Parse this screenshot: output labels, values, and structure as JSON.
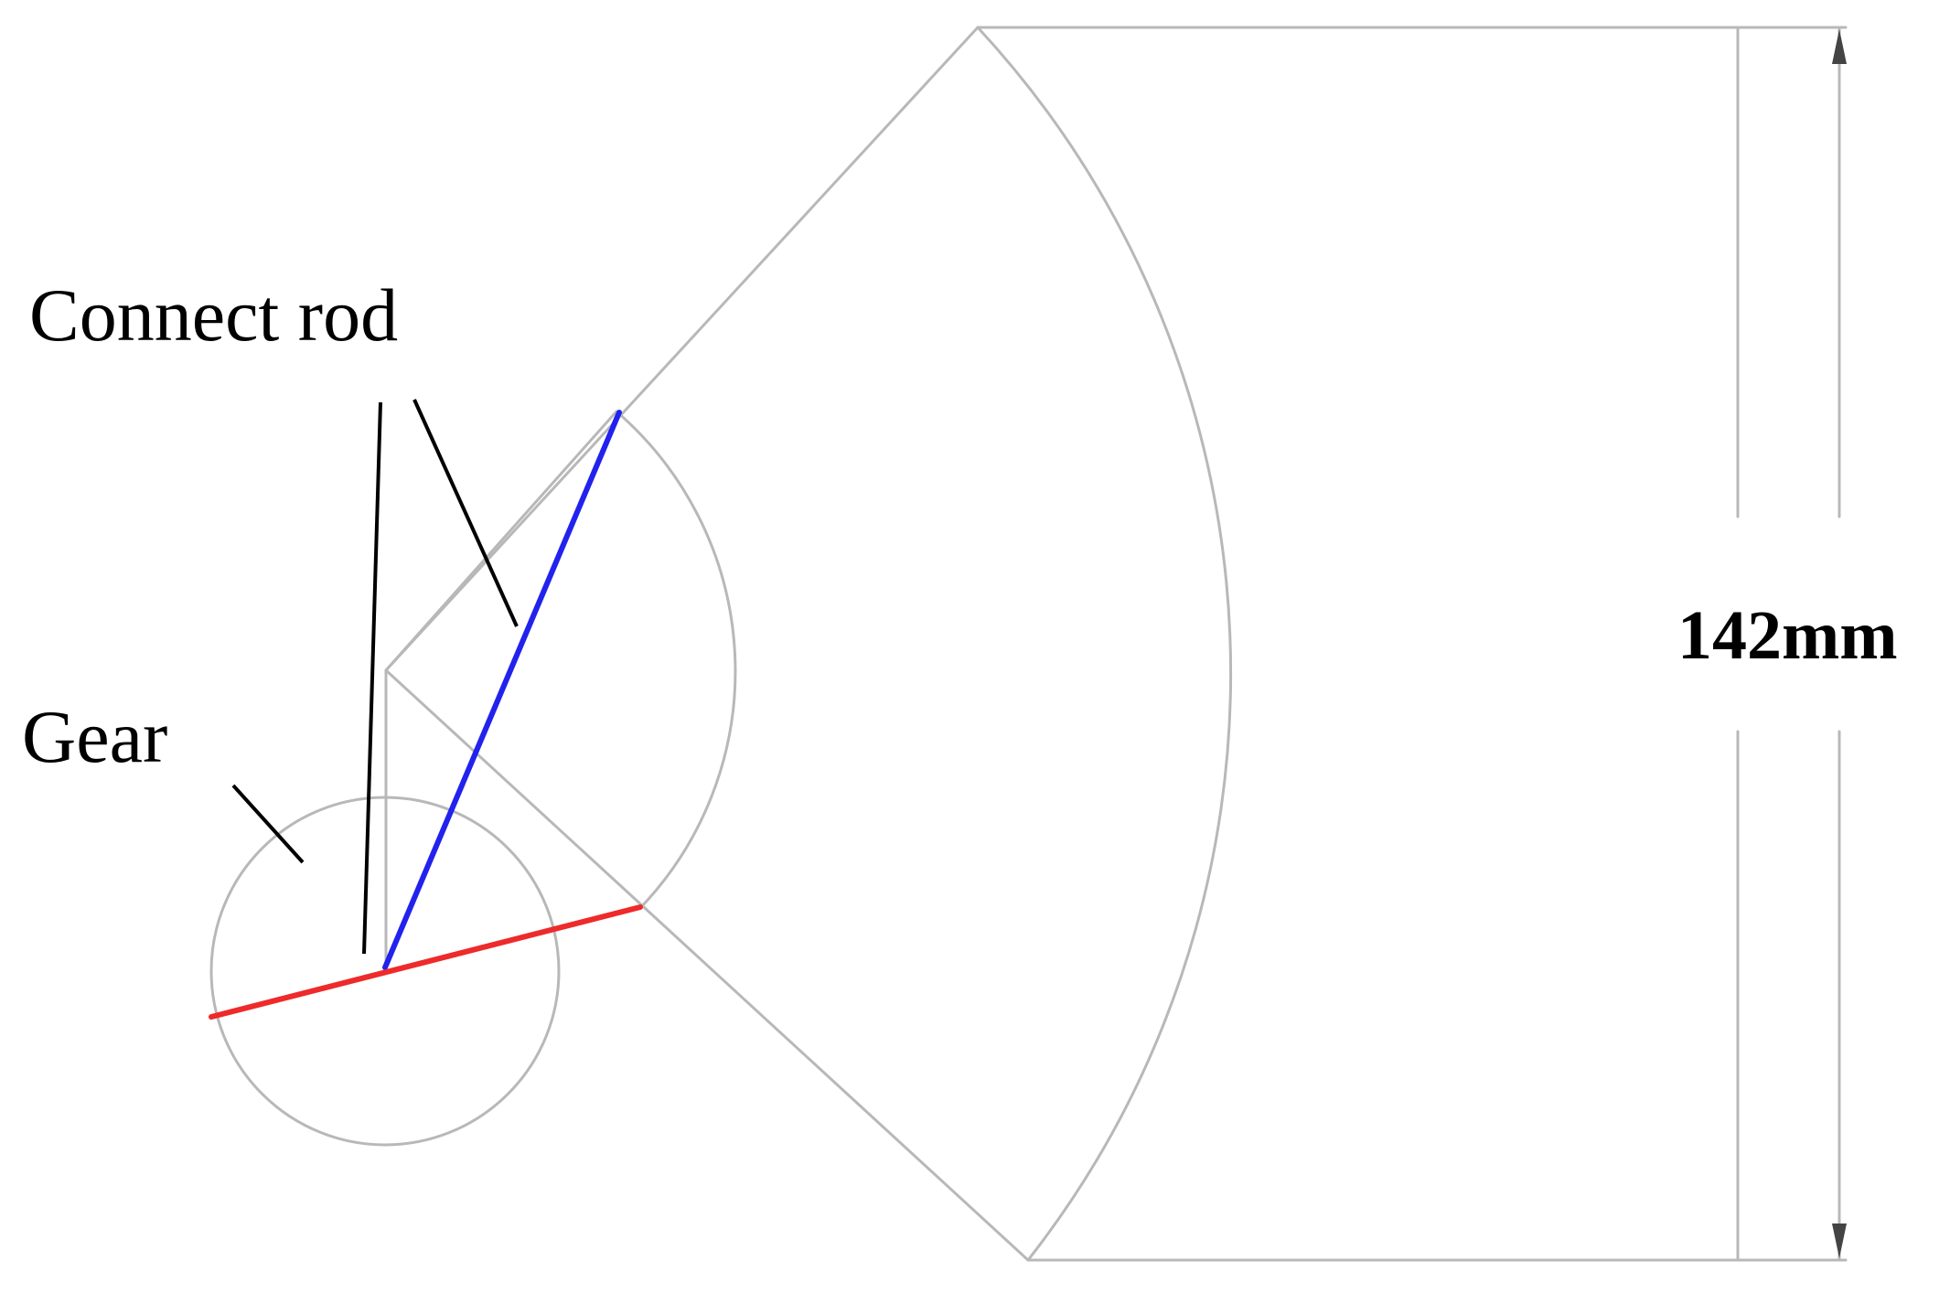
{
  "labels": {
    "connect_rod": "Connect rod",
    "gear": "Gear",
    "dimension": "142mm"
  },
  "colors": {
    "input_link": "#2222ee",
    "output_link": "#ee2a2a",
    "outline": "#b8b8b8",
    "leader": "#000000"
  }
}
